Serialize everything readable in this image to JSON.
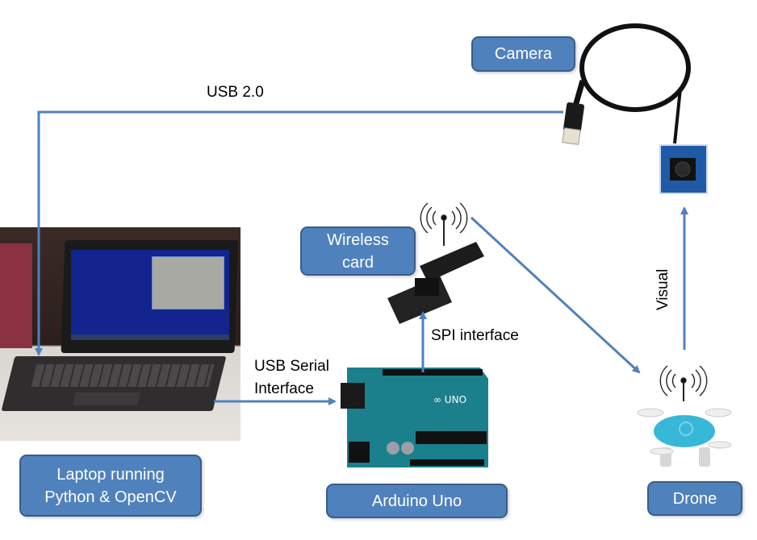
{
  "diagram": {
    "colors": {
      "arrow": "#4f81bd",
      "box_fill": "#4f81bd",
      "box_border": "#385d8a",
      "box_text": "#ffffff"
    },
    "nodes": {
      "camera": {
        "label": "Camera",
        "icon": "usb-camera-module-icon"
      },
      "laptop": {
        "label_line1": "Laptop running",
        "label_line2": "Python & OpenCV",
        "icon": "laptop-photo"
      },
      "wireless": {
        "label_line1": "Wireless",
        "label_line2": "card",
        "icon": "nrf24-wireless-module-icon"
      },
      "arduino": {
        "label": "Arduino Uno",
        "icon": "arduino-uno-board-icon"
      },
      "drone": {
        "label": "Drone",
        "icon": "quadcopter-drone-icon"
      }
    },
    "edges": [
      {
        "from": "camera",
        "to": "laptop",
        "label": "USB 2.0"
      },
      {
        "from": "laptop",
        "to": "arduino",
        "label_line1": "USB Serial",
        "label_line2": "Interface"
      },
      {
        "from": "arduino",
        "to": "wireless",
        "label": "SPI interface"
      },
      {
        "from": "wireless",
        "to": "drone",
        "label": ""
      },
      {
        "from": "drone",
        "to": "camera",
        "label": "Visual"
      }
    ]
  }
}
